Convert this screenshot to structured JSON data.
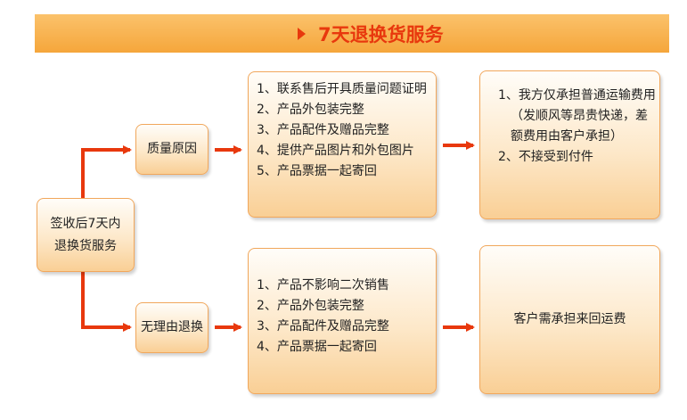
{
  "header": {
    "title": "7天退换货服务"
  },
  "root": {
    "lines": [
      "签收后7天内",
      "退换货服务"
    ]
  },
  "branches": [
    {
      "reason": "质量原因",
      "conditions": [
        "1、联系售后开具质量问题证明",
        "2、产品外包装完整",
        "3、产品配件及赠品完整",
        "4、提供产品图片和外包图片",
        "5、产品票据一起寄回"
      ],
      "result_lines": [
        "1、我方仅承担普通运输费用",
        "（发顺风等昂贵快递，差",
        "额费用由客户承担）",
        "2、不接受到付件"
      ]
    },
    {
      "reason": "无理由退换",
      "conditions": [
        "1、产品不影响二次销售",
        "2、产品外包装完整",
        "3、产品配件及赠品完整",
        "4、产品票据一起寄回"
      ],
      "result_lines": [
        "客户需承担来回运费"
      ]
    }
  ],
  "colors": {
    "accent": "#e8380d",
    "header_bg": "#f5a63b",
    "box_border": "#f1a75c"
  }
}
